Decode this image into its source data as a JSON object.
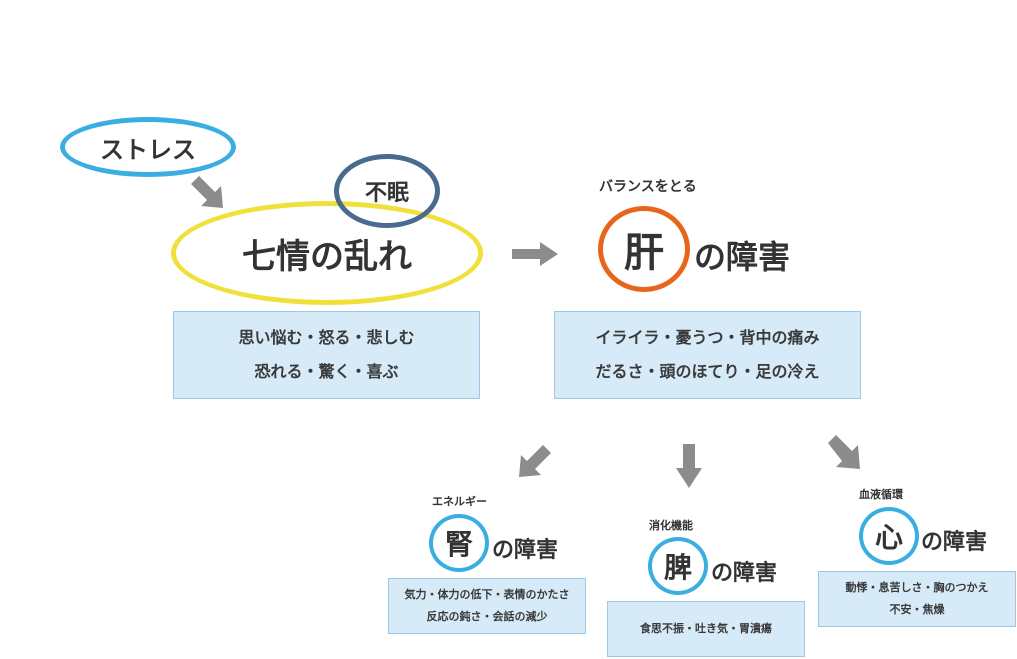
{
  "stress": "ストレス",
  "fumin": "不眠",
  "shichijo": "七情の乱れ",
  "emotions": {
    "line1": "思い悩む・怒る・悲しむ",
    "line2": "恐れる・驚く・喜ぶ"
  },
  "liver": {
    "caption": "バランスをとる",
    "char": "肝",
    "suffix": "の障害",
    "symptoms_line1": "イライラ・憂うつ・背中の痛み",
    "symptoms_line2": "だるさ・頭のほてり・足の冷え"
  },
  "kidney": {
    "caption": "エネルギー",
    "char": "腎",
    "suffix": "の障害",
    "symptoms_line1": "気力・体力の低下・表情のかたさ",
    "symptoms_line2": "反応の鈍さ・会話の減少"
  },
  "spleen": {
    "caption": "消化機能",
    "char": "脾",
    "suffix": "の障害",
    "symptoms_line1": "食思不振・吐き気・胃潰瘍"
  },
  "heart": {
    "caption": "血液循環",
    "char": "心",
    "suffix": "の障害",
    "symptoms_line1": "動悸・息苦しさ・胸のつかえ",
    "symptoms_line2": "不安・焦燥"
  },
  "colors": {
    "stress_ring": "#3aaee0",
    "fumin_ring": "#4a6a90",
    "shichijo_ring": "#f1e03a",
    "liver_ring": "#e8651c",
    "organ_ring": "#3aaee0",
    "arrow": "#8c8c8c",
    "box_fill": "#d6eaf8"
  }
}
